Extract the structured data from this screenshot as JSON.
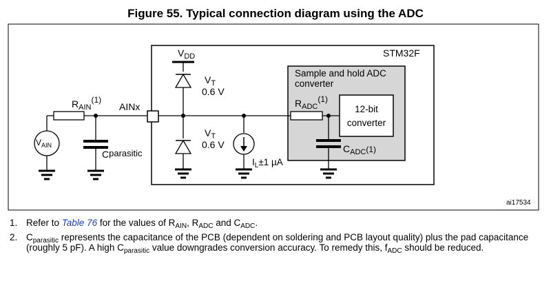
{
  "figure": {
    "title": "Figure 55. Typical connection diagram using the ADC",
    "ref_id": "ai17534"
  },
  "diagram": {
    "mcu_label": "STM32F",
    "sh_box_label_line1": "Sample and hold ADC",
    "sh_box_label_line2": "converter",
    "converter_label_line1": "12-bit",
    "converter_label_line2": "converter",
    "pin_label": "AINx",
    "vdd_main": "V",
    "vdd_sub": "DD",
    "vt_main": "V",
    "vt_sub": "T",
    "vt_value_top": "0.6 V",
    "vt_value_bottom": "0.6 V",
    "rain_main": "R",
    "rain_sub": "AIN",
    "rain_sup": "(1)",
    "radc_main": "R",
    "radc_sub": "ADC",
    "radc_sup": "(1)",
    "cadc_main": "C",
    "cadc_sub": "ADC",
    "cadc_sup": "(1)",
    "cpar_main": "C",
    "cpar_sub": "parasitic",
    "vain_main": "V",
    "vain_sub": "AIN",
    "il_main": "I",
    "il_sub": "L",
    "il_value": "±1 µA"
  },
  "notes": {
    "n1_num": "1.",
    "n1_pre": "Refer to ",
    "n1_link": "Table 76",
    "n1_mid": " for the values of R",
    "n1_s1": "AIN",
    "n1_c1": ", R",
    "n1_s2": "ADC",
    "n1_c2": " and C",
    "n1_s3": "ADC",
    "n1_end": ".",
    "n2_num": "2.",
    "n2_c": "C",
    "n2_s1": "parasitic",
    "n2_t1": " represents the capacitance of the PCB (dependent on soldering and PCB layout quality) plus the pad capacitance (roughly 5 pF). A high C",
    "n2_s2": "parasitic",
    "n2_t2": " value downgrades conversion accuracy. To remedy this, f",
    "n2_s3": "ADC",
    "n2_t3": " should be reduced."
  }
}
